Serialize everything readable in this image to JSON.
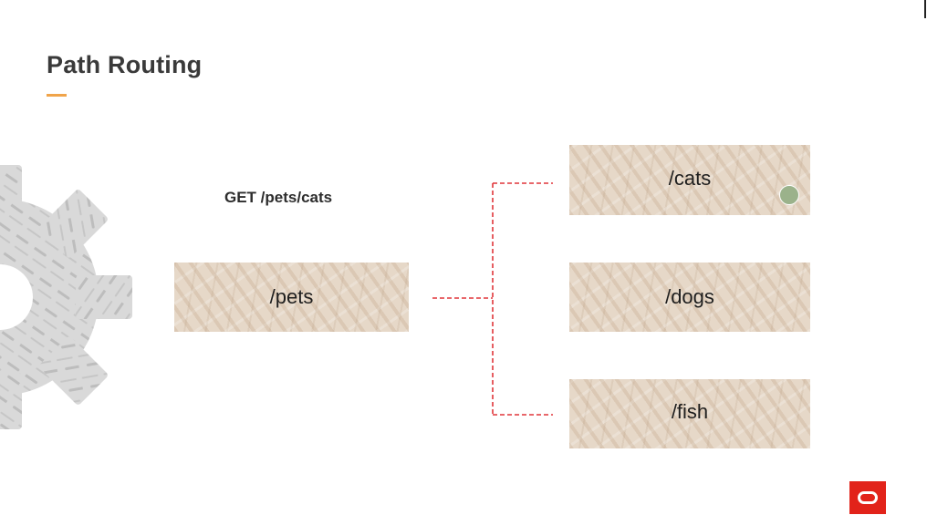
{
  "slide": {
    "title": "Path Routing",
    "request": "GET /pets/cats",
    "root_route": "/pets",
    "child_routes": [
      "/cats",
      "/dogs",
      "/fish"
    ]
  },
  "colors": {
    "title_text": "#3a3a3a",
    "accent_underline": "#f0a44a",
    "connector": "#e0353a",
    "box_fill": "#e6d8c8",
    "cursor_dot": "#9bb28b",
    "logo": "#e2231a"
  },
  "icons": {
    "gear": "gear-icon",
    "logo": "oracle-logo-icon"
  }
}
